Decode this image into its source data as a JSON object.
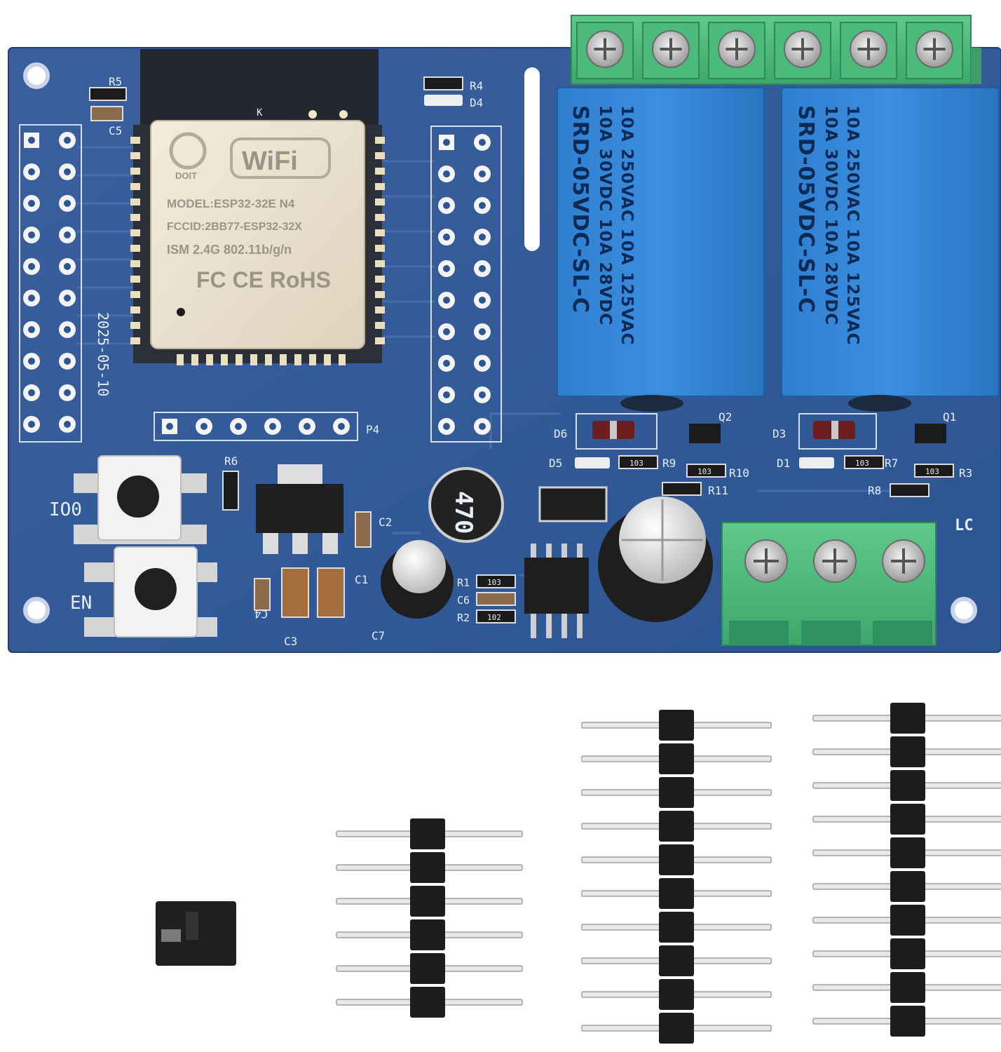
{
  "module": {
    "wifi_logo": "WiFi",
    "brand": "DOIT",
    "k_mark": "K",
    "model_line": "MODEL:ESP32-32E N4",
    "fcc_line": "FCCID:2BB77-ESP32-32X",
    "ism_line": "ISM 2.4G 802.11b/g/n",
    "cert_line": "FC CE RoHS"
  },
  "relays": [
    {
      "lines": [
        "SRD-05VDC-SL-C",
        "10A 30VDC 10A 28VDC",
        "10A 250VAC 10A 125VAC"
      ]
    },
    {
      "lines": [
        "SRD-05VDC-SL-C",
        "10A 30VDC 10A 28VDC",
        "10A 250VAC 10A 125VAC"
      ]
    }
  ],
  "silkscreen": {
    "r5": "R5",
    "c5": "C5",
    "r4": "R4",
    "d4": "D4",
    "date": "2025-05-10",
    "p4": "P4",
    "io0": "IO0",
    "en": "EN",
    "r6": "R6",
    "c2": "C2",
    "c1": "C1",
    "c3": "C3",
    "c4": "C4",
    "c7": "C7",
    "r1": "R1",
    "c6": "C6",
    "r2": "R2",
    "d6": "D6",
    "d5": "D5",
    "r9": "R9",
    "q2": "Q2",
    "r10": "R10",
    "r11": "R11",
    "d3": "D3",
    "d1": "D1",
    "r7": "R7",
    "q1": "Q1",
    "r3": "R3",
    "r8": "R8",
    "lc": "LC"
  },
  "components": {
    "inductor": "470",
    "smd_code": "103",
    "smd_code_alt": "102"
  },
  "accessories": [
    "jumper",
    "6-pin header",
    "10-pin header",
    "10-pin header"
  ]
}
